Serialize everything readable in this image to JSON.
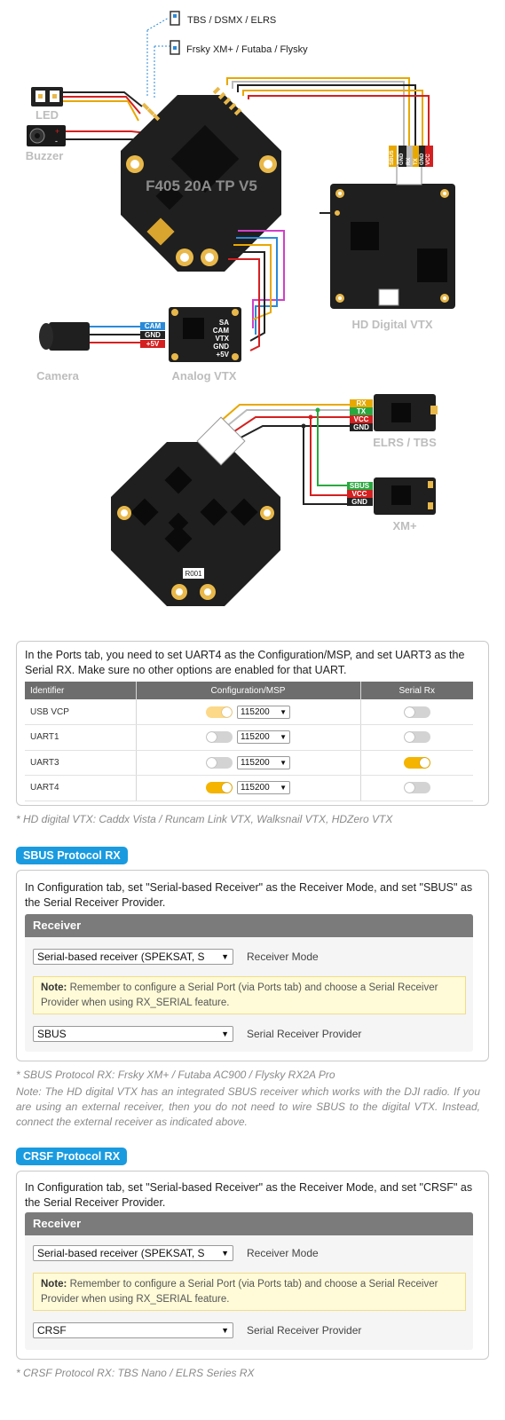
{
  "diagram": {
    "receiver_options": [
      "TBS / DSMX / ELRS",
      "Frsky XM+ / Futaba / Flysky"
    ],
    "fc_label": "F405 20A TP V5",
    "led_label": "LED",
    "buzzer_label": "Buzzer",
    "buzzer_pins": [
      "+",
      "-"
    ],
    "hd_vtx_label": "HD Digital VTX",
    "camera_label": "Camera",
    "analog_vtx_label": "Analog VTX",
    "camera_pins": [
      "CAM",
      "GND",
      "+5V"
    ],
    "vtx_pins": [
      "SA",
      "CAM",
      "VTX",
      "GND",
      "+5V"
    ],
    "hd_pins": [
      "SBUS",
      "GND",
      "RX",
      "TX",
      "GND",
      "VCC"
    ],
    "elrs_label": "ELRS / TBS",
    "elrs_pins": [
      "RX",
      "TX",
      "VCC",
      "GND"
    ],
    "xm_label": "XM+",
    "xm_pins": [
      "SBUS",
      "VCC",
      "GND"
    ],
    "board_id": "R001",
    "colors": {
      "board": "#1f1f1f",
      "gold": "#e8b84a",
      "yellow_wire": "#e8a800",
      "white_wire": "#bbbbbb",
      "red_wire": "#d42020",
      "black_wire": "#222222",
      "green_wire": "#2aa840",
      "blue_wire": "#2a8ad8",
      "magenta_wire": "#d040c8"
    }
  },
  "ports": {
    "intro": "In the Ports tab, you need to set UART4 as the Configuration/MSP, and set UART3 as the Serial RX. Make sure no other options are enabled for that UART.",
    "headers": [
      "Identifier",
      "Configuration/MSP",
      "Serial Rx"
    ],
    "rows": [
      {
        "id": "USB VCP",
        "msp": "on-dim",
        "baud": "115200",
        "rx": "off"
      },
      {
        "id": "UART1",
        "msp": "off",
        "baud": "115200",
        "rx": "off"
      },
      {
        "id": "UART3",
        "msp": "off",
        "baud": "115200",
        "rx": "on"
      },
      {
        "id": "UART4",
        "msp": "on",
        "baud": "115200",
        "rx": "off"
      }
    ],
    "footnote": "* HD digital VTX: Caddx Vista / Runcam Link VTX, Walksnail VTX, HDZero VTX"
  },
  "sbus": {
    "tag": "SBUS Protocol RX",
    "intro": "In Configuration tab, set \"Serial-based Receiver\" as the Receiver Mode, and set \"SBUS\" as the Serial Receiver Provider.",
    "receiver_header": "Receiver",
    "mode_value": "Serial-based receiver (SPEKSAT, S",
    "mode_label": "Receiver Mode",
    "note_bold": "Note:",
    "note_text": " Remember to configure a Serial Port (via Ports tab) and choose a Serial Receiver Provider when using RX_SERIAL feature.",
    "provider_value": "SBUS",
    "provider_label": "Serial Receiver Provider",
    "footnote": "* SBUS Protocol RX: Frsky XM+ / Futaba AC900 / Flysky RX2A Pro",
    "footnote2": "Note: The HD digital VTX has an integrated SBUS receiver which works with the DJI radio. If you are using an external receiver, then you do not need to wire SBUS to the digital VTX. Instead, connect the external receiver as indicated above."
  },
  "crsf": {
    "tag": "CRSF Protocol RX",
    "intro": "In Configuration tab, set \"Serial-based Receiver\" as the Receiver Mode, and set \"CRSF\" as the Serial Receiver Provider.",
    "receiver_header": "Receiver",
    "mode_value": "Serial-based receiver (SPEKSAT, S",
    "mode_label": "Receiver Mode",
    "note_bold": "Note:",
    "note_text": " Remember to configure a Serial Port (via Ports tab) and choose a Serial Receiver Provider when using RX_SERIAL feature.",
    "provider_value": "CRSF",
    "provider_label": "Serial Receiver Provider",
    "footnote": "* CRSF Protocol RX: TBS Nano / ELRS Series RX"
  }
}
